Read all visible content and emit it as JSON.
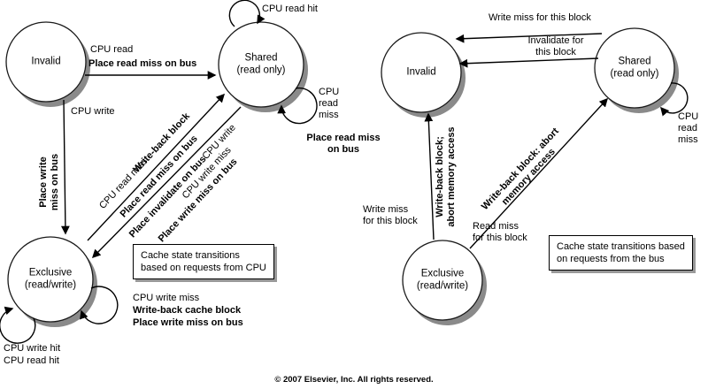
{
  "footer": {
    "copyright": "© 2007 Elsevier, Inc. All rights reserved."
  },
  "left": {
    "caption": {
      "line1": "Cache state transitions",
      "line2": "based on requests from CPU"
    },
    "states": {
      "invalid": {
        "name": "Invalid"
      },
      "shared": {
        "name": "Shared",
        "sub": "(read only)"
      },
      "exclusive": {
        "name": "Exclusive",
        "sub": "(read/write)"
      }
    },
    "labels": {
      "shared_self_read_hit": "CPU read hit",
      "invalid_to_shared_condition": "CPU read",
      "invalid_to_shared_action": "Place read miss on bus",
      "invalid_to_exclusive_condition": "CPU write",
      "invalid_to_exclusive_action": {
        "line1": "Place write",
        "line2": "miss on bus"
      },
      "shared_self_read_miss_condition": {
        "line1": "CPU",
        "line2": "read",
        "line3": "miss"
      },
      "shared_self_read_miss_action": {
        "line1": "Place read miss",
        "line2": "on bus"
      },
      "exclusive_to_shared_action1": "Write-back block",
      "exclusive_to_shared_condition": "CPU read miss",
      "exclusive_to_shared_action2": "Place read miss on bus",
      "shared_to_exclusive_action1": "Place invalidate on bus",
      "shared_to_exclusive_condition1": "CPU write",
      "shared_to_exclusive_condition2": "CPU write miss",
      "shared_to_exclusive_action2": "Place write miss on bus",
      "exclusive_self_write_miss_condition": "CPU write miss",
      "exclusive_self_write_miss_action1": "Write-back cache block",
      "exclusive_self_write_miss_action2": "Place write miss on bus",
      "exclusive_self_hit1": "CPU write hit",
      "exclusive_self_hit2": "CPU read hit"
    }
  },
  "right": {
    "caption": {
      "line1": "Cache state transitions based",
      "line2": "on requests from the bus"
    },
    "states": {
      "invalid": {
        "name": "Invalid"
      },
      "shared": {
        "name": "Shared",
        "sub": "(read only)"
      },
      "exclusive": {
        "name": "Exclusive",
        "sub": "(read/write)"
      }
    },
    "labels": {
      "shared_to_invalid_write_miss": "Write miss for this block",
      "shared_to_invalid_invalidate": {
        "line1": "Invalidate for",
        "line2": "this block"
      },
      "shared_self_read_miss": {
        "line1": "CPU",
        "line2": "read",
        "line3": "miss"
      },
      "exclusive_to_invalid_condition": {
        "line1": "Write miss",
        "line2": "for this block"
      },
      "exclusive_to_invalid_action": {
        "line1": "Write-back block;",
        "line2": "abort memory access"
      },
      "exclusive_to_shared_action": {
        "line1": "Write-back block: abort",
        "line2": "memory access"
      },
      "exclusive_to_shared_condition": {
        "line1": "Read miss",
        "line2": "for this block"
      }
    }
  }
}
